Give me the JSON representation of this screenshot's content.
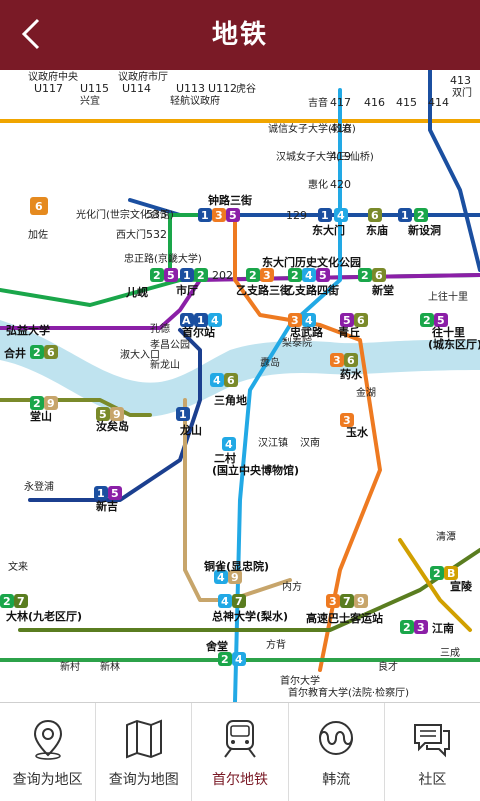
{
  "header": {
    "title": "地铁"
  },
  "map": {
    "labels": [
      {
        "t": "议政府中央"
      },
      {
        "t": "议政府市厅"
      },
      {
        "t": "U117"
      },
      {
        "t": "U115"
      },
      {
        "t": "U114"
      },
      {
        "t": "U113"
      },
      {
        "t": "U112"
      },
      {
        "t": "兴宜"
      },
      {
        "t": "轻航议政府"
      },
      {
        "t": "虎谷"
      },
      {
        "t": "413"
      },
      {
        "t": "双门"
      },
      {
        "t": "417"
      },
      {
        "t": "416"
      },
      {
        "t": "415"
      },
      {
        "t": "414"
      },
      {
        "t": "吉音"
      },
      {
        "t": "诚信女子大学(敦岩)"
      },
      {
        "t": "418"
      },
      {
        "t": "汉城女子大学(三仙桥)"
      },
      {
        "t": "419"
      },
      {
        "t": "惠化"
      },
      {
        "t": "420"
      },
      {
        "t": "钟路三街"
      },
      {
        "t": "光化门(世宗文化会馆)"
      },
      {
        "t": "533"
      },
      {
        "t": "西大门"
      },
      {
        "t": "532"
      },
      {
        "t": "129"
      },
      {
        "t": "东大门"
      },
      {
        "t": "东庙"
      },
      {
        "t": "新设洞"
      },
      {
        "t": "东大门历史文化公园"
      },
      {
        "t": "乙支路三街"
      },
      {
        "t": "乙支路四街"
      },
      {
        "t": "市厅"
      },
      {
        "t": "202"
      },
      {
        "t": "忠正路(京畿大学)"
      },
      {
        "t": "儿岘"
      },
      {
        "t": "新堂"
      },
      {
        "t": "上往十里"
      },
      {
        "t": "弘益大学"
      },
      {
        "t": "合井"
      },
      {
        "t": "孔德"
      },
      {
        "t": "首尔站"
      },
      {
        "t": "忠武路"
      },
      {
        "t": "青丘"
      },
      {
        "t": "往十里"
      },
      {
        "t": "(城东区厅)"
      },
      {
        "t": "药水"
      },
      {
        "t": "金湖"
      },
      {
        "t": "三角地"
      },
      {
        "t": "龙山"
      },
      {
        "t": "二村"
      },
      {
        "t": "(国立中央博物馆)"
      },
      {
        "t": "汝矣岛"
      },
      {
        "t": "堂山"
      },
      {
        "t": "新吉"
      },
      {
        "t": "玉水"
      },
      {
        "t": "高速巴士客运站"
      },
      {
        "t": "总神大学(梨水)"
      },
      {
        "t": "铜雀(显忠院)"
      },
      {
        "t": "舍堂"
      },
      {
        "t": "江南"
      },
      {
        "t": "宣陵"
      },
      {
        "t": "大林(九老区厅)"
      },
      {
        "t": "首尔大学"
      },
      {
        "t": "新龙山"
      },
      {
        "t": "孝昌公园"
      },
      {
        "t": "淑大入口"
      },
      {
        "t": "新村"
      },
      {
        "t": "纛岛"
      },
      {
        "t": "梨泰院"
      },
      {
        "t": "加佐"
      },
      {
        "t": "汉江镇"
      },
      {
        "t": "清潭"
      },
      {
        "t": "三成"
      },
      {
        "t": "良才"
      },
      {
        "t": "方背"
      },
      {
        "t": "内方"
      },
      {
        "t": "汉南"
      },
      {
        "t": "新林"
      },
      {
        "t": "永登浦"
      },
      {
        "t": "文来"
      },
      {
        "t": "首尔教育大学(法院·检察厅)"
      }
    ]
  },
  "tabs": [
    {
      "label": "查询为地区",
      "icon": "location-pin-icon"
    },
    {
      "label": "查询为地图",
      "icon": "folded-map-icon"
    },
    {
      "label": "首尔地铁",
      "icon": "subway-train-icon"
    },
    {
      "label": "韩流",
      "icon": "taeguk-icon"
    },
    {
      "label": "社区",
      "icon": "chat-bubbles-icon"
    }
  ]
}
